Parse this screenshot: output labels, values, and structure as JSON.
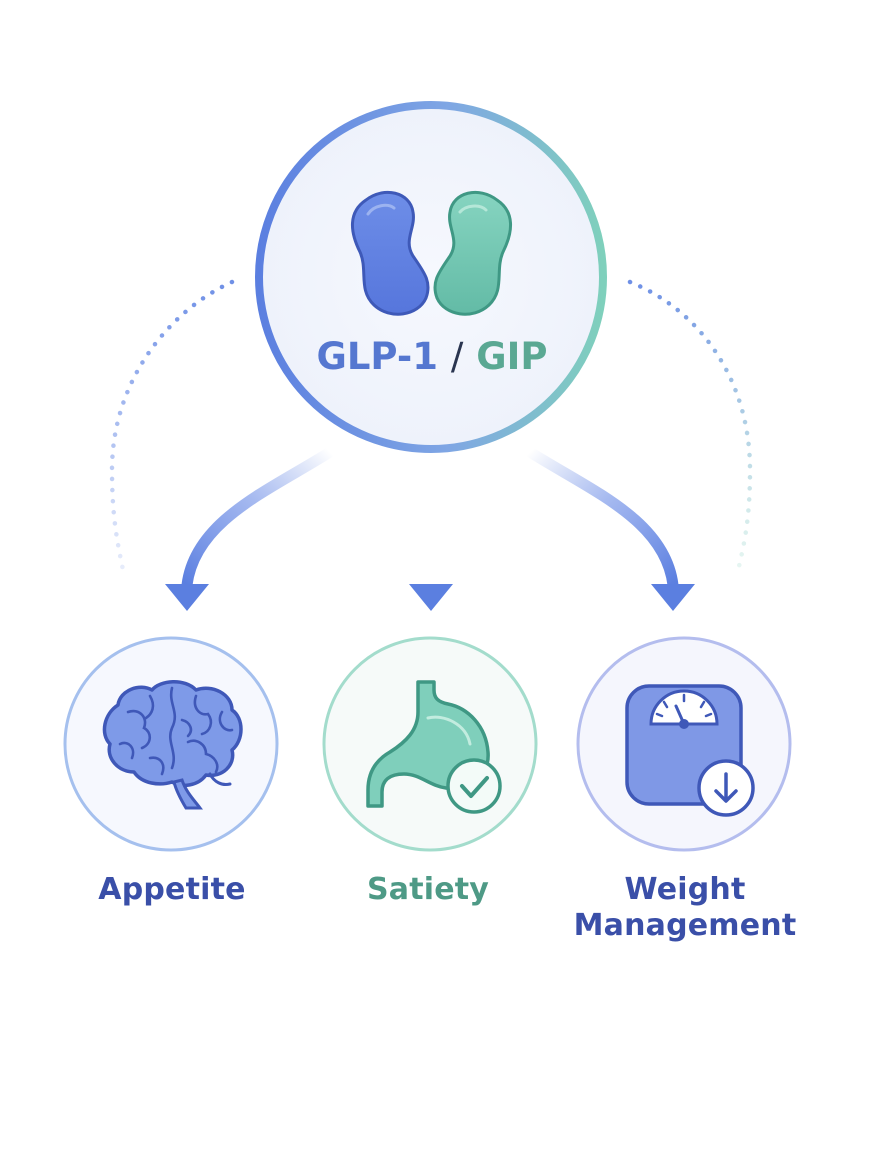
{
  "hub": {
    "title_part1": "GLP-1",
    "separator": "/",
    "title_part2": "GIP"
  },
  "nodes": [
    {
      "label": "Appetite",
      "icon": "brain-icon"
    },
    {
      "label": "Satiety",
      "icon": "stomach-check-icon"
    },
    {
      "label_line1": "Weight",
      "label_line2": "Management",
      "icon": "scale-down-icon"
    }
  ],
  "colors": {
    "blue": "#5b7fe0",
    "blue_dark": "#3a55b8",
    "teal": "#6cc7b0",
    "teal_dark": "#4a9f8c",
    "title_blue": "#5577d0",
    "title_teal": "#5aa893",
    "label_blue": "#3a4fa8",
    "label_teal": "#4e9a86",
    "separator": "#2a3550"
  }
}
